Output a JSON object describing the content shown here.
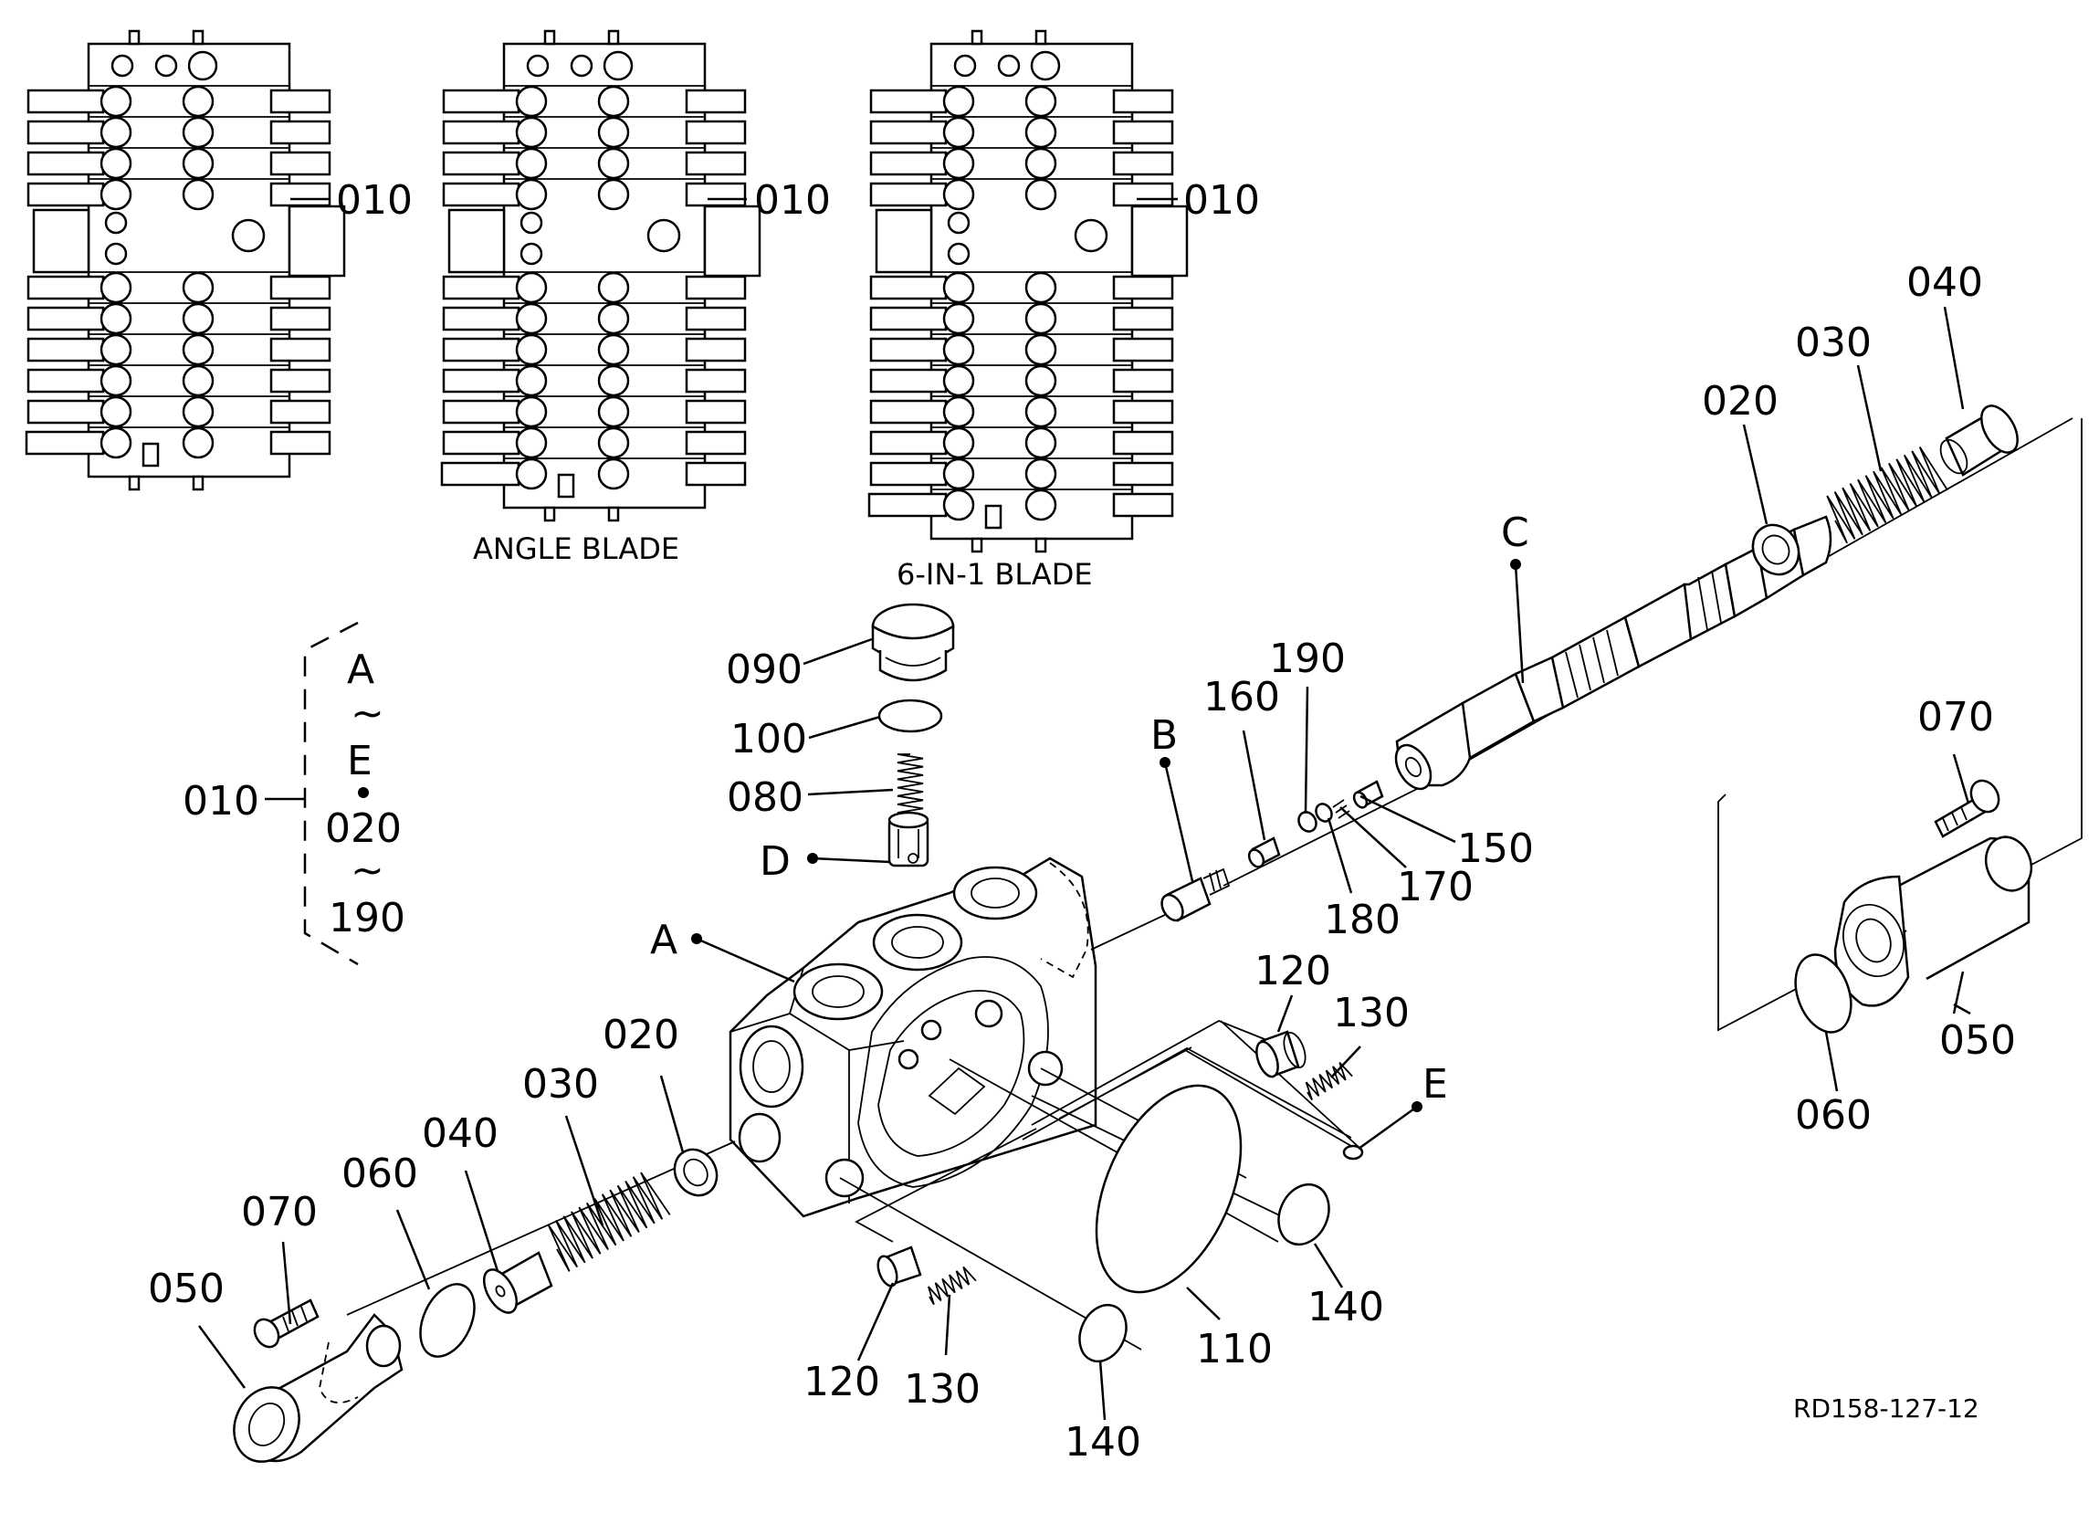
{
  "diagram": {
    "assemblies": [
      {
        "id": "std",
        "callout": "010",
        "caption": ""
      },
      {
        "id": "angle",
        "callout": "010",
        "caption": "ANGLE BLADE"
      },
      {
        "id": "six",
        "callout": "010",
        "caption": "6-IN-1 BLADE"
      }
    ],
    "range_note": {
      "part": "010",
      "from_letter": "A",
      "to_letter": "E",
      "from_part": "020",
      "to_part": "190",
      "tilde": "~"
    },
    "callouts": {
      "p090": "090",
      "p100": "100",
      "p080": "080",
      "pD": "D",
      "pA": "A",
      "pB": "B",
      "p160": "160",
      "p190": "190",
      "pC": "C",
      "p150": "150",
      "p170": "170",
      "p180": "180",
      "p020r": "020",
      "p030r": "030",
      "p040r": "040",
      "p070r": "070",
      "p050r": "050",
      "p060r": "060",
      "p120r": "120",
      "p130r": "130",
      "pE": "E",
      "p140r": "140",
      "p110": "110",
      "p140l": "140",
      "p120l": "120",
      "p130l": "130",
      "p020l": "020",
      "p030l": "030",
      "p040l": "040",
      "p060l": "060",
      "p070l": "070",
      "p050l": "050"
    },
    "drawing_code": "RD158-127-12"
  }
}
